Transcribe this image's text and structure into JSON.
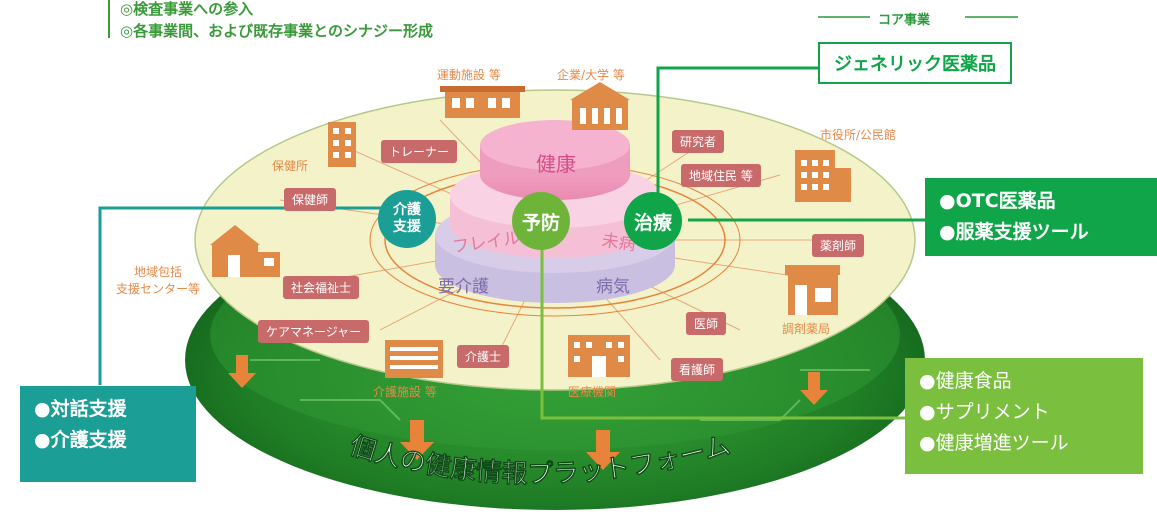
{
  "intro_lines": [
    "◎検査事業への参入",
    "◎各事業間、および既存事業とのシナジー形成"
  ],
  "core_label": "コア事業",
  "core_box": "ジェネリック医薬品",
  "center": {
    "top": "健康",
    "middle_left": "フレイル",
    "middle_right": "未病",
    "bottom_left": "要介護",
    "bottom_right": "病気"
  },
  "circles": {
    "care": "介護\n支援",
    "prevent": "予防",
    "treat": "治療"
  },
  "orgs": {
    "sports": "運動施設 等",
    "company": "企業/大学 等",
    "health_center": "保健所",
    "city_hall": "市役所/公民館",
    "community_center": "地域包括\n支援センター等",
    "care_facility": "介護施設 等",
    "hospital": "医療機関",
    "pharmacy": "調剤薬局"
  },
  "roles": {
    "trainer": "トレーナー",
    "public_nurse": "保健師",
    "researcher": "研究者",
    "residents": "地域住民 等",
    "pharmacist": "薬剤師",
    "social_worker": "社会福祉士",
    "care_manager": "ケアマネージャー",
    "caregiver": "介護士",
    "doctor": "医師",
    "nurse": "看護師"
  },
  "right_box": [
    "●OTC医薬品",
    "●服薬支援ツール"
  ],
  "left_box": [
    "●対話支援",
    "●介護支援"
  ],
  "health_box": [
    "●健康食品",
    "●サプリメント",
    "●健康増進ツール"
  ],
  "platform": "個人の健康情報プラットフォーム",
  "colors": {
    "teal": "#1a9e96",
    "green": "#0fa548",
    "lime": "#7bbf3f",
    "disc": "#f4f2c8",
    "orange": "#e8843a"
  }
}
